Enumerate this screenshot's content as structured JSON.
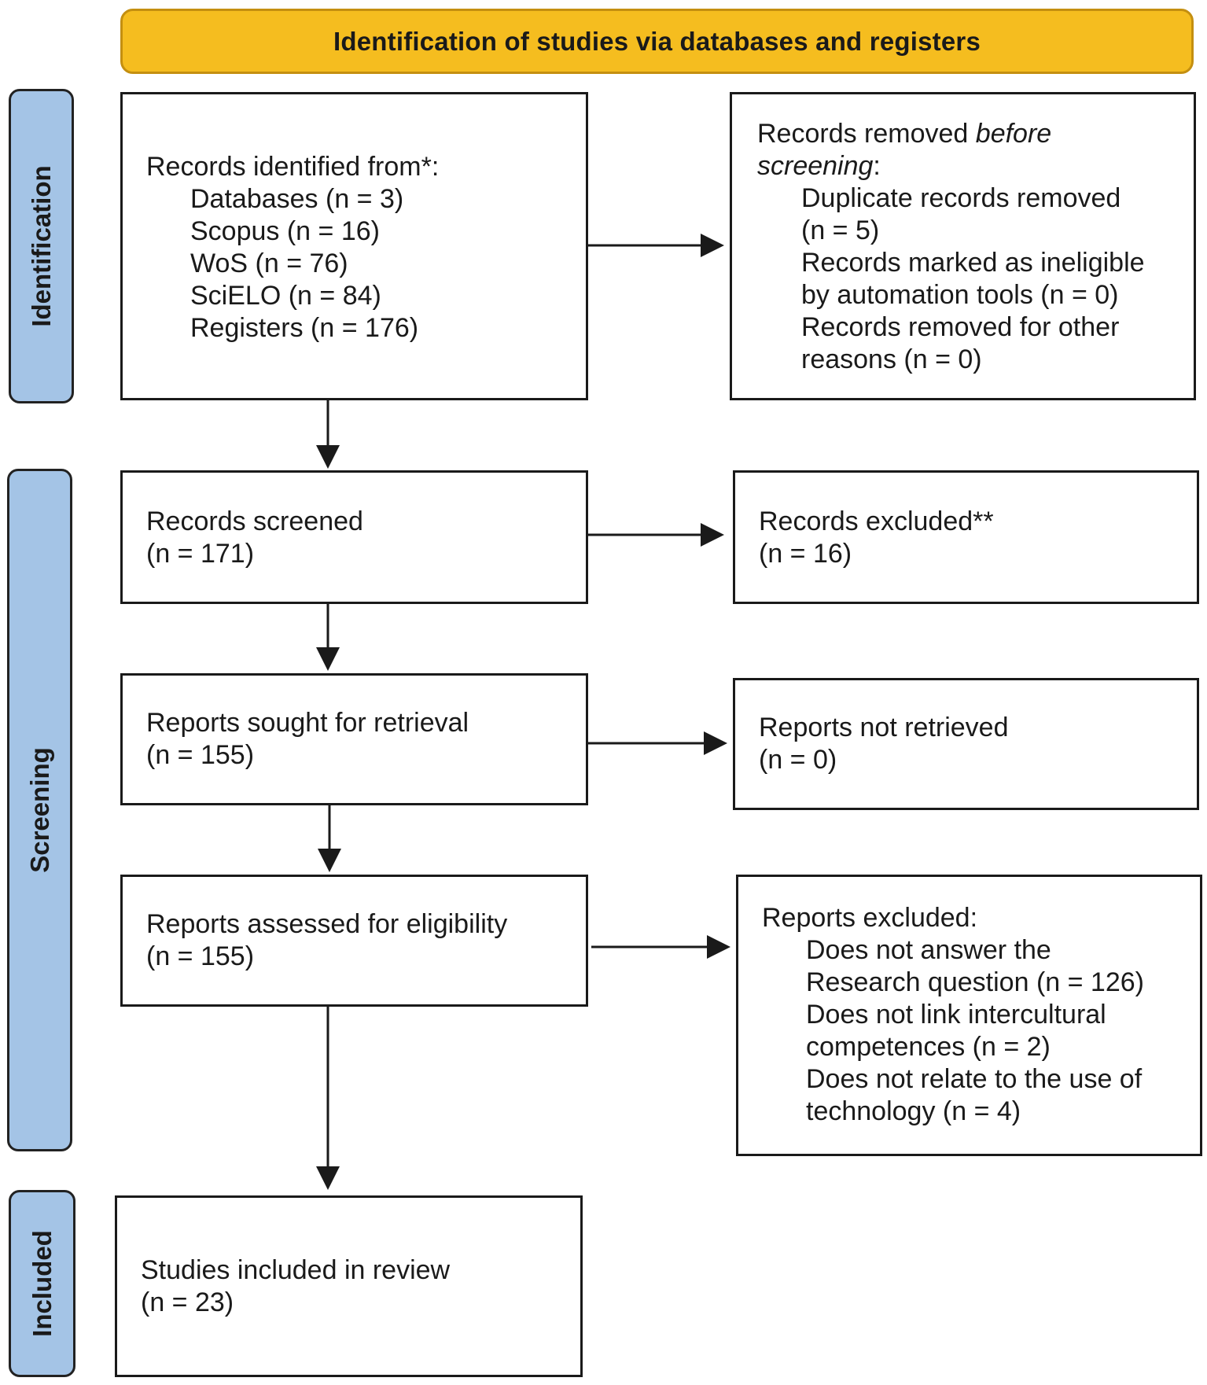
{
  "header": {
    "title": "Identification of studies via databases and registers"
  },
  "phases": {
    "identification": "Identification",
    "screening": "Screening",
    "included": "Included"
  },
  "identified": {
    "title": "Records identified from*:",
    "items": [
      "Databases (n = 3)",
      "Scopus (n = 16)",
      "WoS (n = 76)",
      "SciELO (n = 84)",
      "Registers (n = 176)"
    ]
  },
  "removed": {
    "title_prefix": "Records removed ",
    "title_em1": "before",
    "title_em2": "screening",
    "title_suffix": ":",
    "lines": [
      "Duplicate records removed",
      "(n = 5)",
      "Records marked as ineligible",
      "by automation tools (n = 0)",
      "Records removed for other",
      "reasons (n = 0)"
    ]
  },
  "screened": {
    "title": "Records screened",
    "count": "(n = 171)"
  },
  "excluded": {
    "title": "Records excluded**",
    "count": "(n = 16)"
  },
  "sought": {
    "title": "Reports sought for retrieval",
    "count": "(n = 155)"
  },
  "not_retrieved": {
    "title": "Reports not retrieved",
    "count": "(n = 0)"
  },
  "assessed": {
    "title": "Reports assessed for eligibility",
    "count": "(n = 155)"
  },
  "reports_excluded": {
    "title": "Reports excluded:",
    "lines": [
      "Does not answer the",
      "Research question (n = 126)",
      "Does not link intercultural",
      "competences (n = 2)",
      "Does not relate to the use of",
      "technology (n = 4)"
    ]
  },
  "included_box": {
    "title": "Studies included in review",
    "count": "(n = 23)"
  }
}
